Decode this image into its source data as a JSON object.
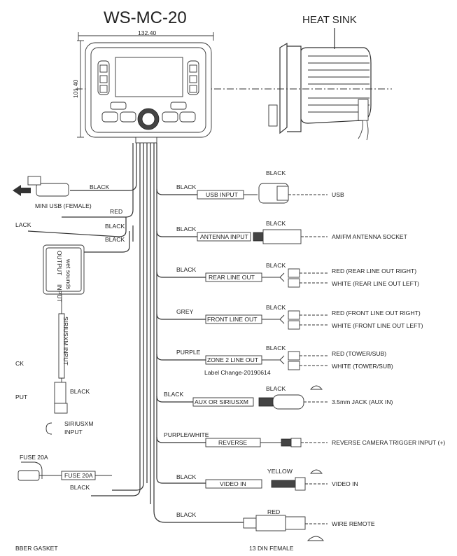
{
  "title": "WS-MC-20",
  "heat_sink": "HEAT SINK",
  "dims": {
    "width": "132.40",
    "height": "101.40"
  },
  "left_labels": {
    "black1": "BLACK",
    "mini_usb": "MINI USB (FEMALE)",
    "red": "RED",
    "lack": "LACK",
    "black2": "BLACK",
    "black3": "BLACK",
    "ck": "CK",
    "sxm_input": "SIRIUSXM INPUT",
    "put": "PUT",
    "black4": "BLACK",
    "siriusxm": "SIRIUSXM",
    "input": "INPUT",
    "fuse_top": "FUSE 20A",
    "fuse_box": "FUSE 20A",
    "black5": "BLACK",
    "gasket": "BBER GASKET"
  },
  "module": {
    "top": "OUTPUT",
    "bottom": "INPUT",
    "brand": "wet sounds"
  },
  "rows": [
    {
      "wire": "BLACK",
      "label": "USB INPUT",
      "top": "BLACK",
      "ends": [
        "USB"
      ]
    },
    {
      "wire": "BLACK",
      "label": "ANTENNA INPUT",
      "top": "BLACK",
      "ends": [
        "AM/FM ANTENNA SOCKET"
      ]
    },
    {
      "wire": "BLACK",
      "label": "REAR LINE OUT",
      "top": "BLACK",
      "ends": [
        "RED (REAR LINE OUT RIGHT)",
        "WHITE (REAR LINE OUT LEFT)"
      ]
    },
    {
      "wire": "GREY",
      "label": "FRONT LINE OUT",
      "top": "BLACK",
      "ends": [
        "RED (FRONT LINE OUT RIGHT)",
        "WHITE (FRONT LINE OUT LEFT)"
      ]
    },
    {
      "wire": "PURPLE",
      "label": "ZONE 2 LINE OUT",
      "top": "BLACK",
      "ends": [
        "RED (TOWER/SUB)",
        "WHITE (TOWER/SUB)"
      ]
    },
    {
      "wire": "BLACK",
      "label": "AUX OR SIRIUSXM",
      "top": "BLACK",
      "ends": [
        "3.5mm JACK (AUX IN)"
      ]
    },
    {
      "wire": "PURPLE/WHITE",
      "label": "REVERSE",
      "top": "",
      "ends": [
        "REVERSE CAMERA TRIGGER INPUT (+)"
      ]
    },
    {
      "wire": "BLACK",
      "label": "VIDEO IN",
      "top": "YELLOW",
      "ends": [
        "VIDEO IN"
      ]
    },
    {
      "wire": "BLACK",
      "label": "",
      "top": "RED",
      "ends": [
        "WIRE REMOTE"
      ]
    }
  ],
  "label_change": "Label Change-20190614",
  "din": "13 DIN FEMALE"
}
